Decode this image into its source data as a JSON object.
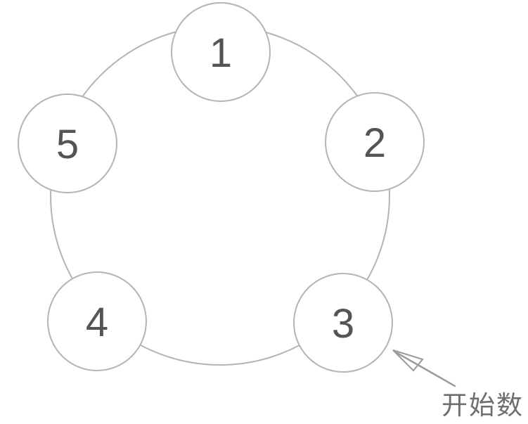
{
  "diagram": {
    "type": "cycle-counting-diagram",
    "nodes": [
      {
        "label": "1"
      },
      {
        "label": "2"
      },
      {
        "label": "3"
      },
      {
        "label": "4"
      },
      {
        "label": "5"
      }
    ],
    "annotation": {
      "label": "开始数",
      "points_to_node": "3"
    },
    "colors": {
      "background": "#ffffff",
      "circle_stroke": "#b4b4b4",
      "number_text": "#545454",
      "arrow": "#9a9a9a",
      "annotation_text": "#6e6e6e"
    }
  }
}
